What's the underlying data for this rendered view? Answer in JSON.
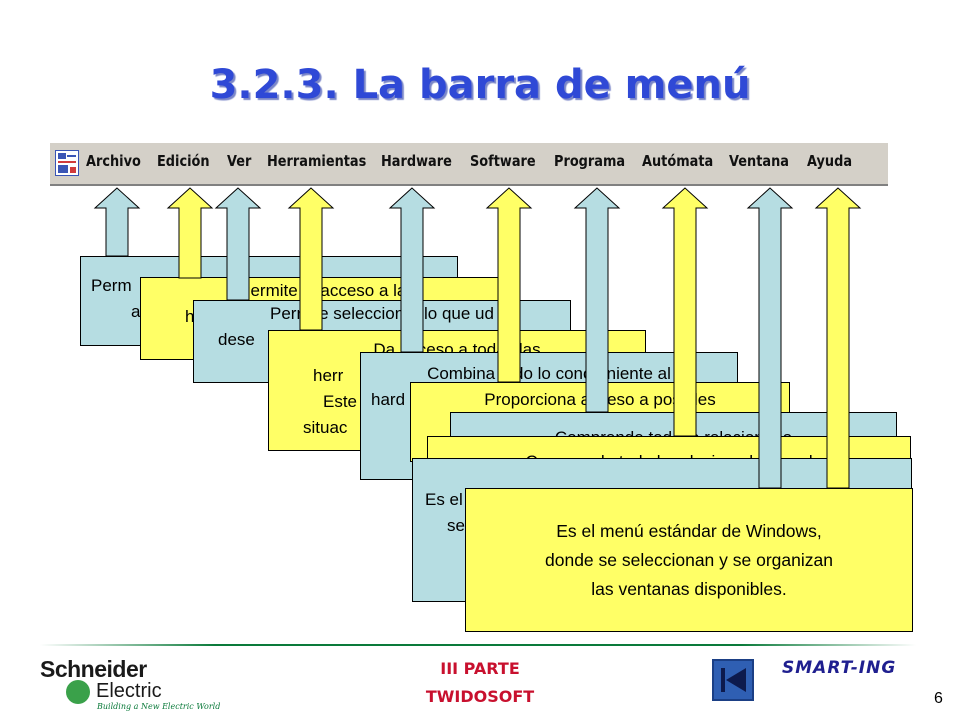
{
  "slide": {
    "title": "3.2.3. La barra de menú",
    "page_number": "6"
  },
  "menubar": {
    "items": [
      {
        "label": "Archivo"
      },
      {
        "label": "Edición"
      },
      {
        "label": "Ver"
      },
      {
        "label": "Herramientas"
      },
      {
        "label": "Hardware"
      },
      {
        "label": "Software"
      },
      {
        "label": "Programa"
      },
      {
        "label": "Autómata"
      },
      {
        "label": "Ventana"
      },
      {
        "label": "Ayuda"
      }
    ],
    "icon": "twidosoft-app-icon",
    "background_color": "#d4d0c8"
  },
  "callouts": {
    "archivo": {
      "lines": [
        "Perm",
        "a"
      ]
    },
    "edicion": {
      "lines": [
        "Permite el acceso a las",
        "h"
      ]
    },
    "ver": {
      "lines": [
        "Permite seleccionar lo que ud",
        "dese"
      ]
    },
    "herramientas": {
      "lines": [
        "Da acceso a todas las",
        "herr",
        "Este",
        "situac"
      ]
    },
    "hardware": {
      "lines": [
        "Combina todo lo concerniente al",
        "hard"
      ]
    },
    "software": {
      "lines": [
        "Proporciona acceso a posibles"
      ]
    },
    "programa": {
      "lines": [
        "Comprende todo lo relacionado"
      ]
    },
    "automata": {
      "lines": [
        "Comprende todo lo relacionado con el"
      ]
    },
    "ayuda": {
      "lines": [
        "Es el",
        "se",
        ""
      ]
    },
    "ventana": {
      "lines": [
        "Es el menú estándar de Windows,",
        "donde se seleccionan y se organizan",
        "las ventanas disponibles."
      ]
    }
  },
  "colors": {
    "title": "#2f49d6",
    "callout_blue": "#b6dde2",
    "callout_yellow": "#ffff66",
    "footer_red": "#c8102e",
    "footer_line": "#0a7a3a"
  },
  "footer": {
    "line1": "III PARTE",
    "line2": "TWIDOSOFT",
    "brand_line1": "Schneider",
    "brand_line2": "Electric",
    "brand_tagline": "Building a New Electric World",
    "smart_logo": "SMART-ING",
    "nav_icon": "skip-to-start-icon"
  }
}
